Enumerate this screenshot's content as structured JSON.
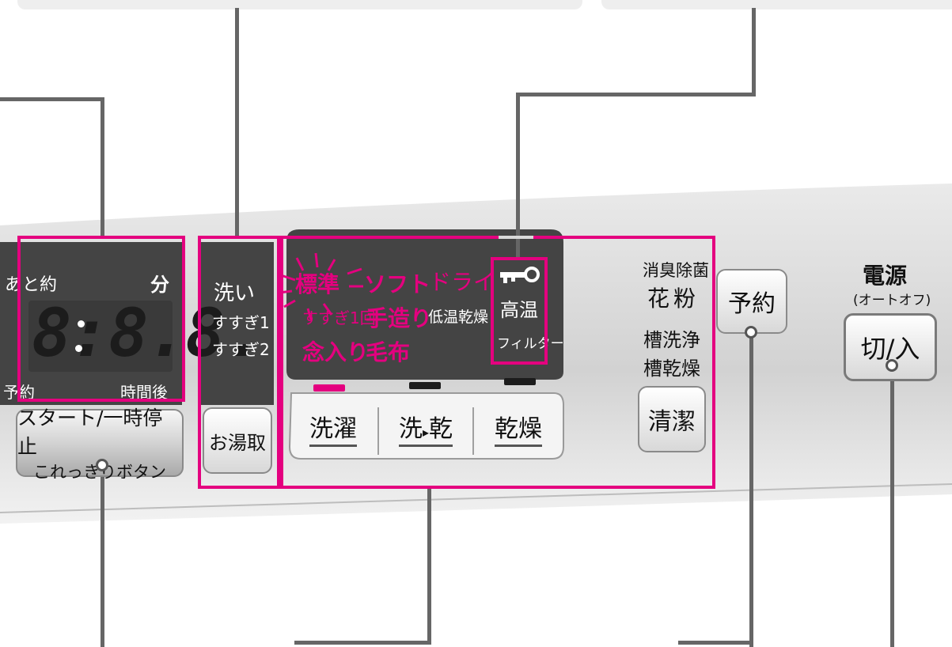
{
  "display": {
    "remaining_label": "あと約",
    "minutes_label": "分",
    "digits": "8:8.8.",
    "reserve_label": "予約",
    "hours_later_label": "時間後"
  },
  "left_button": {
    "line1": "スタート/一時停止",
    "line2": "これっきりボタン"
  },
  "wash_column": {
    "wash": "洗い",
    "rinse1": "すすぎ1",
    "rinse2": "すすぎ2"
  },
  "hot_water_button": {
    "label": "お湯取"
  },
  "courses": {
    "standard": "標準",
    "soft": "ソフト",
    "dry": "ドライ",
    "rinse_once": "すすぎ1回",
    "hand_made": "手造り",
    "low_temp_dry": "低温乾燥",
    "careful": "念入り",
    "blanket": "毛布",
    "high_temp": "高温",
    "filter": "フィルター",
    "lock_icon": "key-icon"
  },
  "mode_buttons": [
    {
      "label": "洗濯"
    },
    {
      "label_a": "洗",
      "label_b": "乾"
    },
    {
      "label": "乾燥"
    }
  ],
  "right_column": {
    "deodorize": "消臭除菌",
    "pollen": "花粉",
    "tub_clean": "槽洗浄",
    "tub_dry": "槽乾燥"
  },
  "clean_button": {
    "label": "清潔"
  },
  "reserve_button": {
    "label": "予約"
  },
  "power": {
    "title": "電源",
    "subtitle": "(オートオフ)",
    "button_label": "切/入"
  },
  "colors": {
    "accent": "#e4007f",
    "display": "#444444",
    "panel": "#d6d6d6"
  }
}
